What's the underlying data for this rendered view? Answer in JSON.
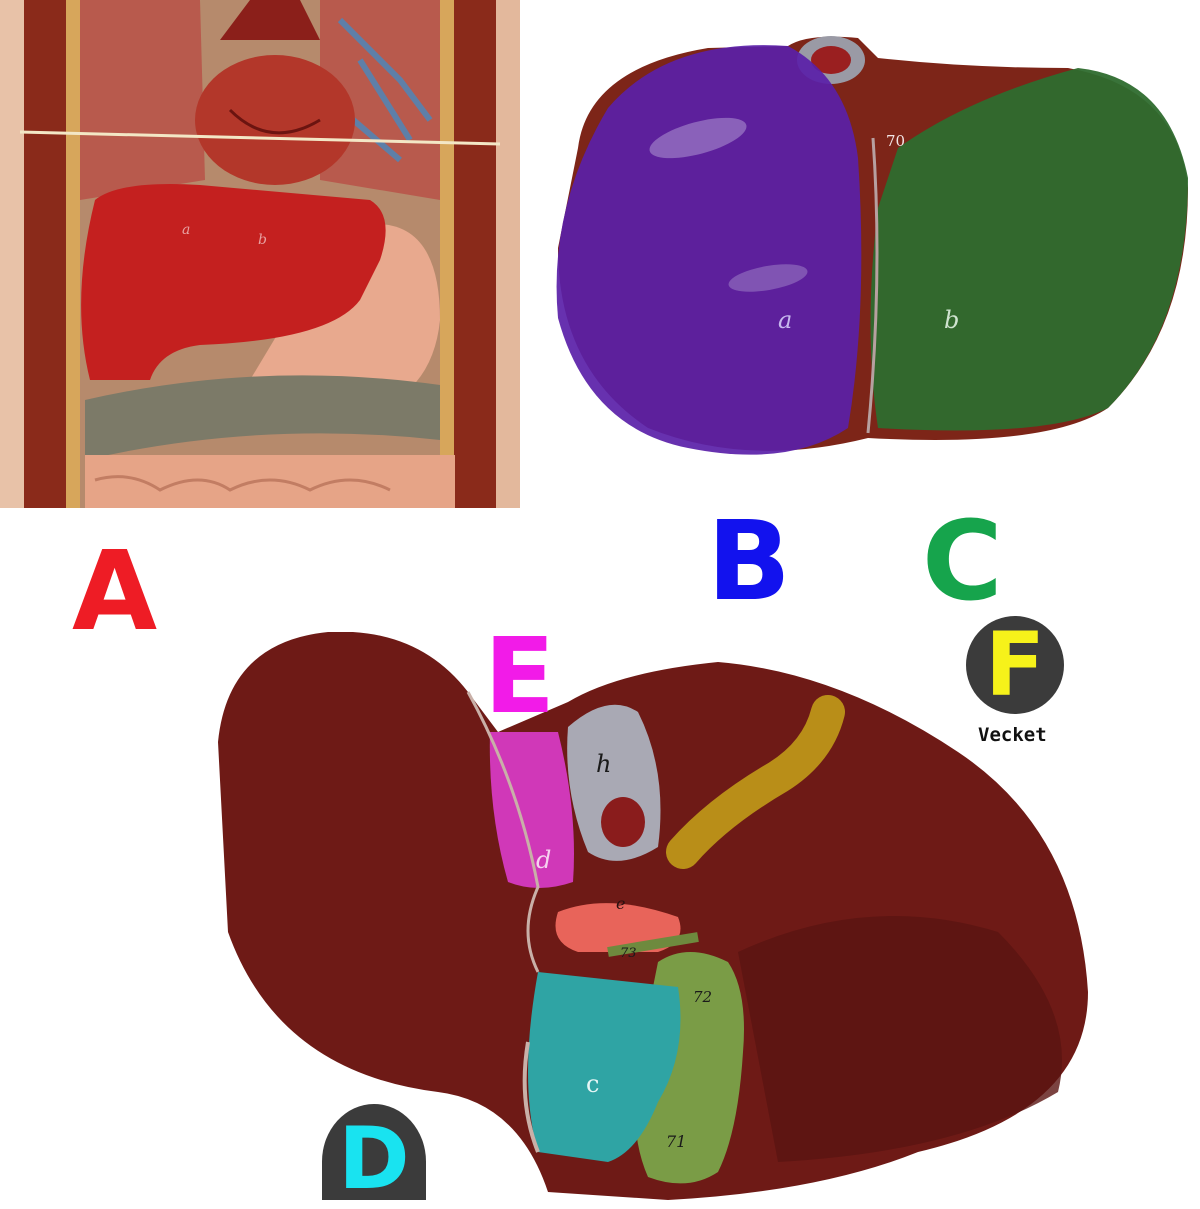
{
  "figure": {
    "panels": {
      "A": {
        "letter": "A",
        "color": "#ee1c25"
      },
      "B": {
        "letter": "B",
        "color": "#1212ee"
      },
      "C": {
        "letter": "C",
        "color": "#16a44c"
      },
      "D": {
        "letter": "D",
        "color": "#19e3f0",
        "badge_bg": "#3b3b3b"
      },
      "E": {
        "letter": "E",
        "color": "#f21be8"
      },
      "F": {
        "letter": "F",
        "color": "#f6f21a",
        "badge_bg": "#3b3b3b",
        "caption": "Vecket"
      }
    },
    "model_marks": {
      "torso": {
        "a": "a",
        "b": "b"
      },
      "superior": {
        "a": "a",
        "b": "b",
        "num": "70"
      },
      "inferior": {
        "h": "h",
        "d": "d",
        "c": "c",
        "e": "e",
        "n71": "71",
        "n72": "72",
        "n73": "73"
      }
    },
    "highlight_colors": {
      "right_lobe": "#5a1fa8",
      "left_lobe": "#2e6b2e",
      "quadrate_lobe": "#2fa4a4",
      "caudate_lobe": "#d038b8",
      "gallbladder": "#7a9c46",
      "vena_cava": "#a9a9b4",
      "ligament_trace": "#d8c11a",
      "liver": "#6e1a16"
    }
  }
}
